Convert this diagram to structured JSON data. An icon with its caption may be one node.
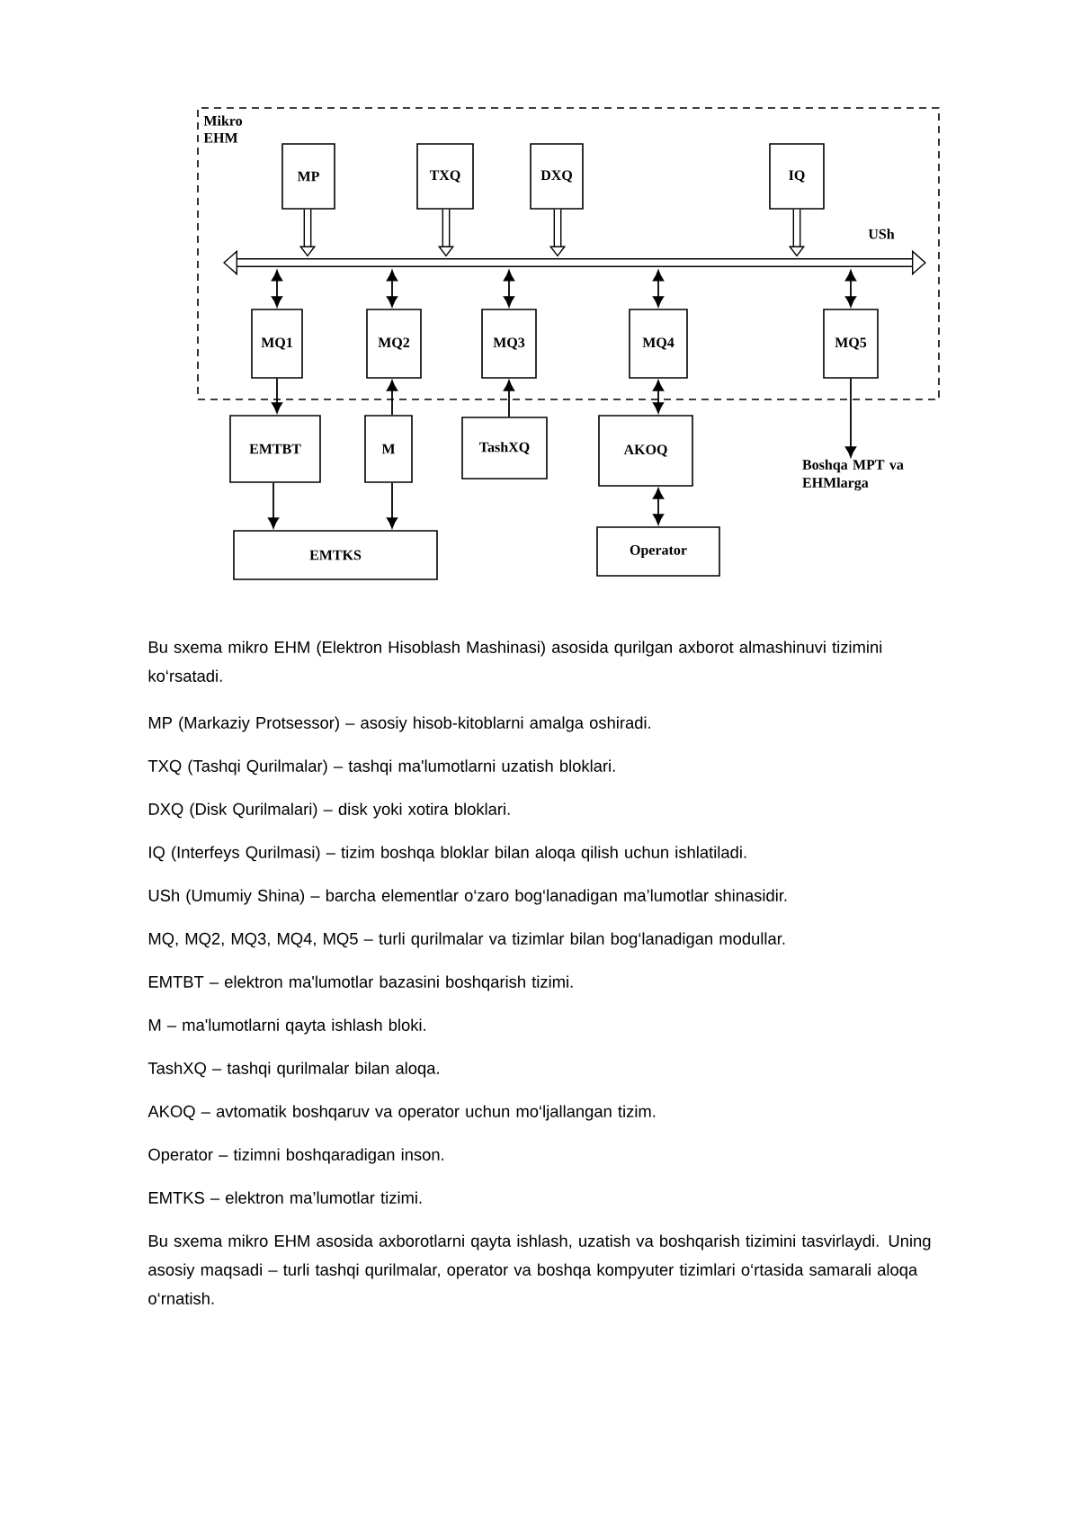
{
  "diagram": {
    "nodes": [
      {
        "text": [
          "Mikro EHM"
        ]
      },
      {
        "text": [
          "MP"
        ],
        "in": 0
      },
      {
        "text": [
          "TXQ"
        ],
        "in": 0
      },
      {
        "text": [
          "DXQ"
        ],
        "in": 0
      },
      {
        "text": [
          "IQ"
        ],
        "in": 0
      },
      {
        "text": [
          "USh"
        ],
        "in": 0
      },
      {
        "text": [
          "MQ1"
        ],
        "in": 0
      },
      {
        "text": [
          "MQ2"
        ],
        "in": 0
      },
      {
        "text": [
          "MQ3"
        ],
        "in": 0
      },
      {
        "text": [
          "MQ4"
        ],
        "in": 0
      },
      {
        "text": [
          "MQ5"
        ],
        "in": 0
      },
      {
        "text": [
          "EMTBT"
        ]
      },
      {
        "text": [
          "M"
        ]
      },
      {
        "text": [
          "TashXQ"
        ]
      },
      {
        "text": [
          "AKOQ"
        ]
      },
      {
        "text": [
          "EMTKS"
        ]
      },
      {
        "text": [
          "Operator"
        ]
      },
      {
        "text": [
          "Boshqa MPT va EHMlarga"
        ]
      }
    ],
    "edges": [
      {
        "from": 1,
        "to": 5,
        "arrow": "to",
        "style": "thick"
      },
      {
        "from": 2,
        "to": 5,
        "arrow": "to",
        "style": "thick"
      },
      {
        "from": 3,
        "to": 5,
        "arrow": "to",
        "style": "thick"
      },
      {
        "from": 4,
        "to": 5,
        "arrow": "to",
        "style": "thick"
      },
      {
        "from": 5,
        "to": 6,
        "arrow": "both"
      },
      {
        "from": 5,
        "to": 7,
        "arrow": "both"
      },
      {
        "from": 5,
        "to": 8,
        "arrow": "both"
      },
      {
        "from": 5,
        "to": 9,
        "arrow": "both"
      },
      {
        "from": 5,
        "to": 10,
        "arrow": "both"
      },
      {
        "from": 6,
        "to": 11,
        "arrow": "to"
      },
      {
        "from": 12,
        "to": 7,
        "arrow": "to"
      },
      {
        "from": 13,
        "to": 8,
        "arrow": "to"
      },
      {
        "from": 9,
        "to": 14,
        "arrow": "both"
      },
      {
        "from": 10,
        "to": 17,
        "arrow": "to"
      },
      {
        "from": 11,
        "to": 15,
        "arrow": "to"
      },
      {
        "from": 12,
        "to": 15,
        "arrow": "to"
      },
      {
        "from": 14,
        "to": 16,
        "arrow": "both"
      }
    ],
    "labels": [
      "Bu sxema mikro EHM (Elektron Hisoblash Mashinasi) asosida qurilgan axborot almashinuvi tizimini ko‘rsatadi.",
      "MP (Markaziy Protsessor) – asosiy hisob-kitoblarni amalga oshiradi.",
      "TXQ (Tashqi Qurilmalar) – tashqi ma'lumotlarni uzatish bloklari.",
      "DXQ (Disk Qurilmalari) – disk yoki xotira bloklari.",
      "IQ (Interfeys Qurilmasi) – tizim boshqa bloklar bilan aloqa qilish uchun ishlatiladi.",
      "USh (Umumiy Shina) – barcha elementlar o‘zaro bog‘lanadigan ma’lumotlar shinasidir.",
      "MQ, MQ2, MQ3, MQ4, MQ5 – turli qurilmalar va tizimlar bilan bog‘lanadigan modullar.",
      "EMTBT – elektron ma'lumotlar bazasini boshqarish tizimi.",
      "M – ma'lumotlarni qayta ishlash bloki.",
      "TashXQ – tashqi qurilmalar bilan aloqa.",
      "AKOQ – avtomatik boshqaruv va operator uchun mo‘ljallangan tizim.",
      "Operator – tizimni boshqaradigan inson.",
      "EMTKS – elektron ma’lumotlar tizimi.",
      "Bu sxema mikro EHM asosida axborotlarni qayta ishlash, uzatish va boshqarish tizimini tasvirlaydi. Uning asosiy maqsadi – turli tashqi qurilmalar, operator va boshqa kompyuter tizimlari o‘rtasida samarali aloqa o‘rnatish."
    ]
  }
}
